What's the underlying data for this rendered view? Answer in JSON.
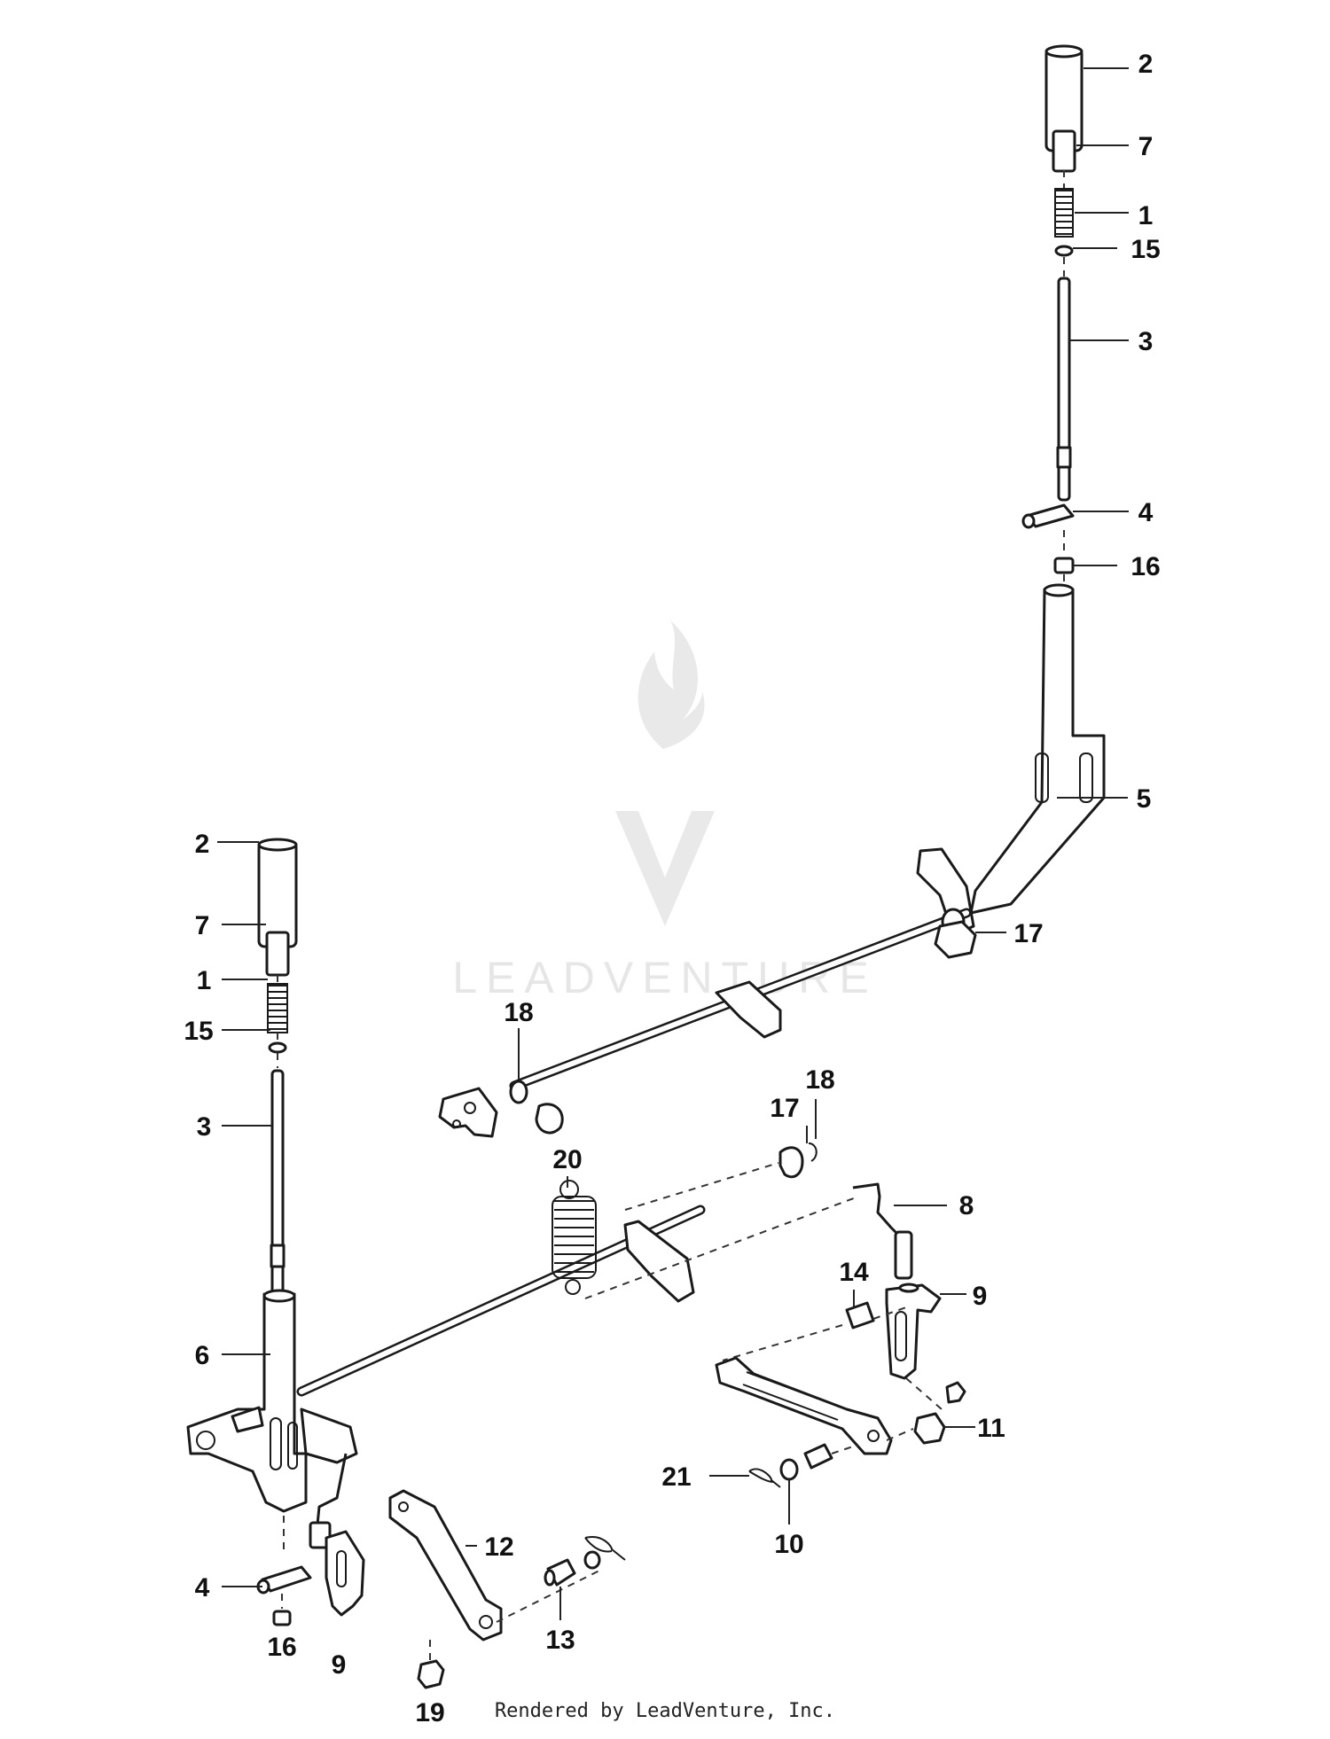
{
  "watermark": {
    "text": "LEADVENTURE"
  },
  "footer": {
    "text": "Rendered by LeadVenture, Inc."
  },
  "callouts": [
    {
      "id": "r2",
      "label": "2"
    },
    {
      "id": "r7",
      "label": "7"
    },
    {
      "id": "r1",
      "label": "1"
    },
    {
      "id": "r15",
      "label": "15"
    },
    {
      "id": "r3",
      "label": "3"
    },
    {
      "id": "r4",
      "label": "4"
    },
    {
      "id": "r16",
      "label": "16"
    },
    {
      "id": "r5",
      "label": "5"
    },
    {
      "id": "r17a",
      "label": "17"
    },
    {
      "id": "l2",
      "label": "2"
    },
    {
      "id": "l7",
      "label": "7"
    },
    {
      "id": "l1",
      "label": "1"
    },
    {
      "id": "l15",
      "label": "15"
    },
    {
      "id": "l3",
      "label": "3"
    },
    {
      "id": "l6",
      "label": "6"
    },
    {
      "id": "l4",
      "label": "4"
    },
    {
      "id": "l16",
      "label": "16"
    },
    {
      "id": "l9",
      "label": "9"
    },
    {
      "id": "l19",
      "label": "19"
    },
    {
      "id": "c18a",
      "label": "18"
    },
    {
      "id": "c17b",
      "label": "17"
    },
    {
      "id": "c18b",
      "label": "18"
    },
    {
      "id": "c20",
      "label": "20"
    },
    {
      "id": "c8",
      "label": "8"
    },
    {
      "id": "c14",
      "label": "14"
    },
    {
      "id": "c9r",
      "label": "9"
    },
    {
      "id": "c11",
      "label": "11"
    },
    {
      "id": "c21",
      "label": "21"
    },
    {
      "id": "c10",
      "label": "10"
    },
    {
      "id": "c12",
      "label": "12"
    },
    {
      "id": "c13",
      "label": "13"
    }
  ]
}
